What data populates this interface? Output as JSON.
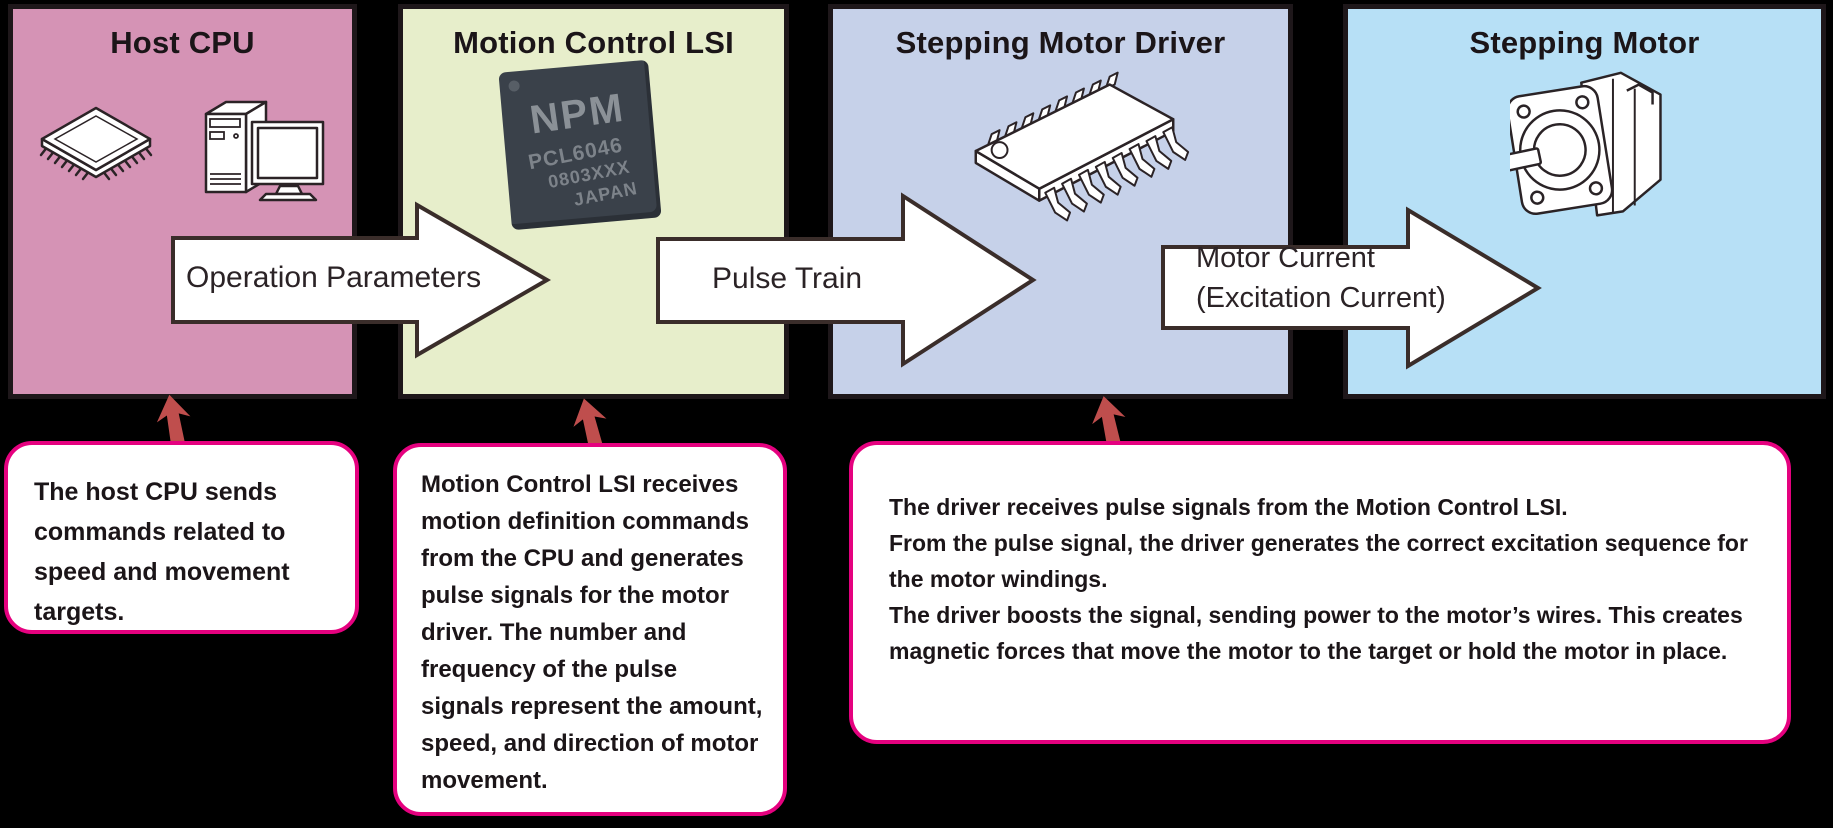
{
  "panels": [
    {
      "title": "Host CPU"
    },
    {
      "title": "Motion Control LSI"
    },
    {
      "title": "Stepping Motor Driver"
    },
    {
      "title": "Stepping Motor"
    }
  ],
  "arrows": [
    {
      "label": "Operation Parameters"
    },
    {
      "label": "Pulse Train"
    },
    {
      "label_line1": "Motor Current",
      "label_line2": "(Excitation Current)"
    }
  ],
  "callouts": [
    {
      "text": "The host CPU sends commands related to speed and movement targets."
    },
    {
      "text": "Motion Control LSI receives motion definition commands from the CPU and generates pulse signals for the motor driver. The number and frequency of the pulse signals represent the amount, speed, and direction of motor movement."
    },
    {
      "line1": "The driver receives pulse signals from the Motion Control LSI.",
      "line2": "From the pulse signal, the driver generates the correct excitation sequence for the motor windings.",
      "line3": "The driver boosts the signal, sending power to the motor’s wires. This creates magnetic forces that move the motor to the target or hold the motor in place."
    }
  ],
  "lsi_chip_markings": {
    "brand": "NPM",
    "part_number": "PCL6046",
    "lot_code": "0803XXX",
    "origin": "JAPAN"
  },
  "colors": {
    "background": "#000000",
    "host_cpu_panel": "#d593b5",
    "motion_lsi_panel": "#e7eecb",
    "driver_panel": "#c6d1e9",
    "motor_panel": "#b7e0f6",
    "panel_border": "#1e171a",
    "block_arrow_fill": "#ffffff",
    "block_arrow_outline": "#3a2d2a",
    "callout_border": "#e5017f",
    "pointer_arrow": "#bf4e4d"
  }
}
